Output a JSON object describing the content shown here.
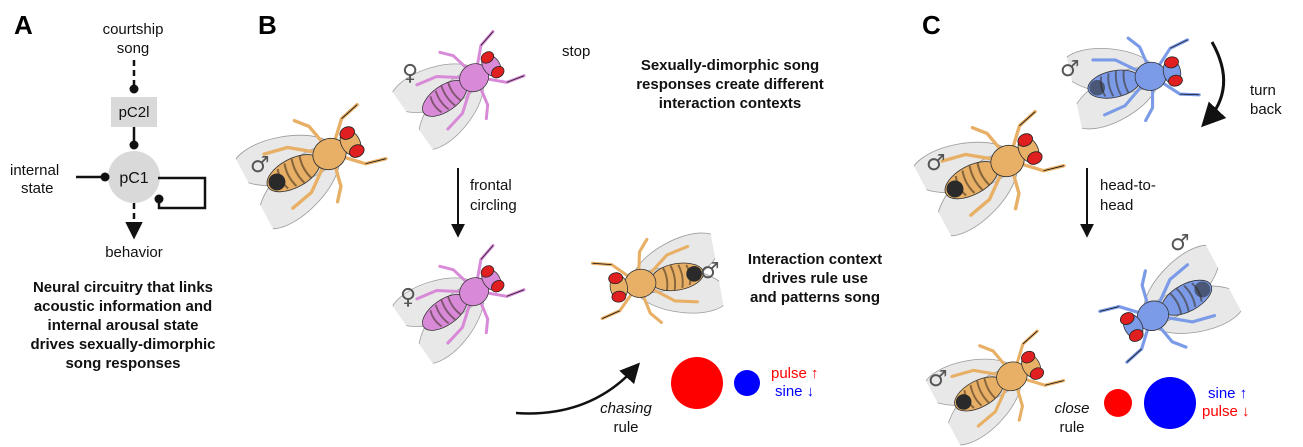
{
  "panels": {
    "a": {
      "letter": "A",
      "input_label": [
        "courtship",
        "song"
      ],
      "node_pc2l": "pC2l",
      "node_pc1": "pC1",
      "state_label": [
        "internal",
        "state"
      ],
      "output_label": "behavior",
      "caption": [
        "Neural circuitry that links",
        "acoustic information and",
        "internal arousal state",
        "drives sexually-dimorphic",
        "song responses"
      ]
    },
    "b": {
      "letter": "B",
      "female_symbol": "♀",
      "male_symbol": "♂",
      "stop_label": "stop",
      "transition_label": [
        "frontal",
        "circling"
      ],
      "title_top": [
        "Sexually-dimorphic song",
        "responses create different",
        "interaction contexts"
      ],
      "title_mid": [
        "Interaction context",
        "drives rule use",
        "and patterns song"
      ],
      "pulse_label": "pulse ↑",
      "sine_label": "sine ↓",
      "rule_label": [
        "chasing",
        "rule"
      ]
    },
    "c": {
      "letter": "C",
      "male_symbol": "♂",
      "turn_label": [
        "turn",
        "back"
      ],
      "transition_label": [
        "head-to-",
        "head"
      ],
      "sine_label": "sine ↑",
      "pulse_label": "pulse ↓",
      "rule_label": [
        "close",
        "rule"
      ]
    }
  },
  "colors": {
    "pulse": "#ff0000",
    "sine": "#0000ff",
    "female_fly": "#d88ad8",
    "male_fly": "#e8b067",
    "male_fly_blue": "#7b9be8",
    "node_fill": "#d9d9d9"
  },
  "icons": [
    "fly-icon",
    "arrow-icon",
    "female-symbol-icon",
    "male-symbol-icon"
  ]
}
